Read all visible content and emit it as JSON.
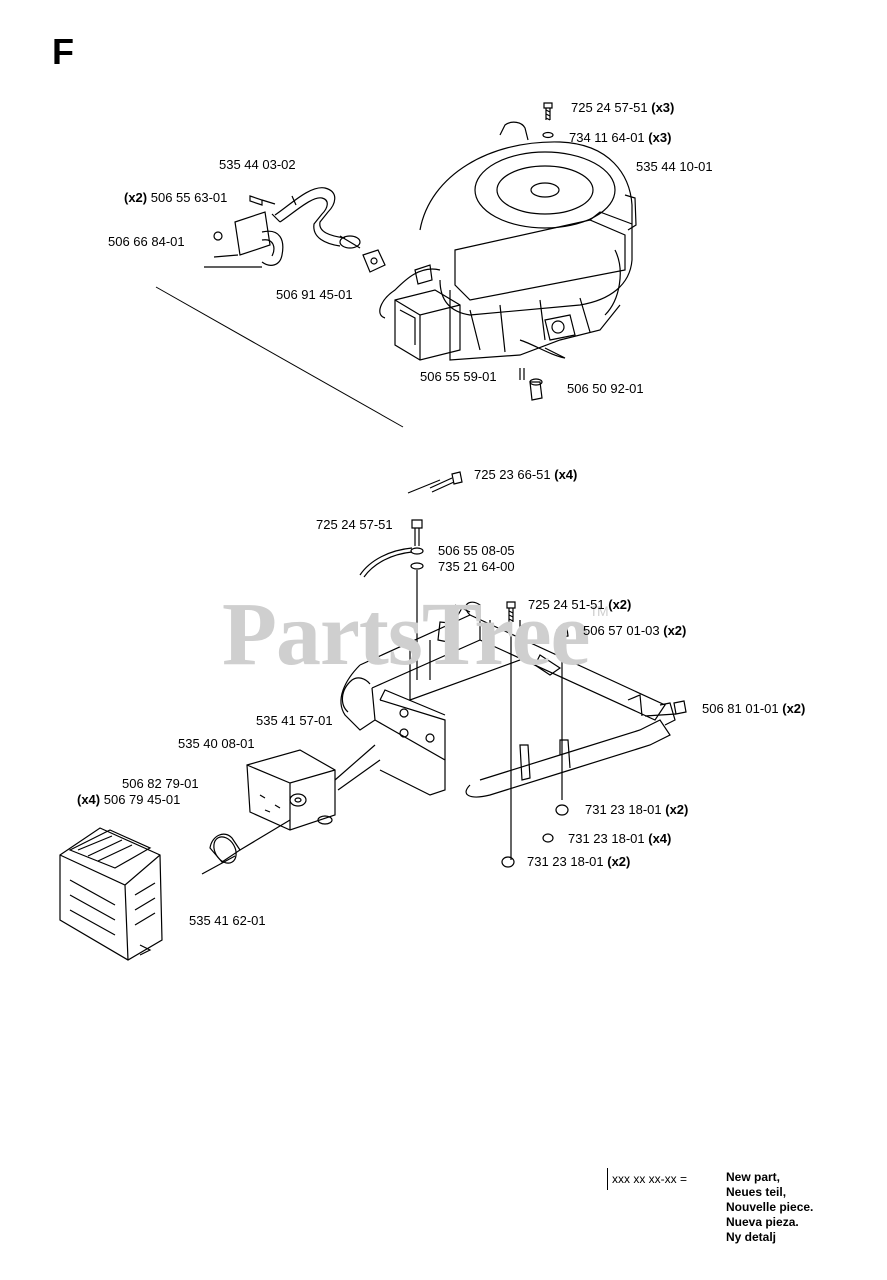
{
  "section": "F",
  "watermark": {
    "text": "PartsTree",
    "tm": "TM"
  },
  "labels": [
    {
      "id": "725-24-57-51-x3",
      "code": "725 24 57-51",
      "qty": "(x3)",
      "qty_pos": "after"
    },
    {
      "id": "734-11-64-01",
      "code": "734 11 64-01",
      "qty": "(x3)",
      "qty_pos": "after"
    },
    {
      "id": "535-44-10-01",
      "code": "535 44 10-01",
      "qty": "",
      "qty_pos": "after"
    },
    {
      "id": "535-44-03-02",
      "code": "535 44 03-02",
      "qty": "",
      "qty_pos": "after"
    },
    {
      "id": "506-55-63-01",
      "code": "506 55 63-01",
      "qty": "(x2)",
      "qty_pos": "before"
    },
    {
      "id": "506-66-84-01",
      "code": "506 66 84-01",
      "qty": "",
      "qty_pos": "after"
    },
    {
      "id": "506-91-45-01",
      "code": "506 91 45-01",
      "qty": "",
      "qty_pos": "after"
    },
    {
      "id": "506-55-59-01",
      "code": "506 55 59-01",
      "qty": "",
      "qty_pos": "after"
    },
    {
      "id": "506-50-92-01",
      "code": "506 50 92-01",
      "qty": "",
      "qty_pos": "after"
    },
    {
      "id": "725-23-66-51",
      "code": "725 23 66-51",
      "qty": "(x4)",
      "qty_pos": "after"
    },
    {
      "id": "725-24-57-51",
      "code": "725 24 57-51",
      "qty": "",
      "qty_pos": "after"
    },
    {
      "id": "506-55-08-05",
      "code": "506 55 08-05",
      "qty": "",
      "qty_pos": "after"
    },
    {
      "id": "735-21-64-00",
      "code": "735 21 64-00",
      "qty": "",
      "qty_pos": "after"
    },
    {
      "id": "725-24-51-51",
      "code": "725 24 51-51",
      "qty": "(x2)",
      "qty_pos": "after"
    },
    {
      "id": "506-57-01-03",
      "code": "506 57 01-03",
      "qty": "(x2)",
      "qty_pos": "after"
    },
    {
      "id": "506-81-01-01",
      "code": "506 81 01-01",
      "qty": "(x2)",
      "qty_pos": "after"
    },
    {
      "id": "535-41-57-01",
      "code": "535 41 57-01",
      "qty": "",
      "qty_pos": "after"
    },
    {
      "id": "535-40-08-01",
      "code": "535 40 08-01",
      "qty": "",
      "qty_pos": "after"
    },
    {
      "id": "506-82-79-01",
      "code": "506 82 79-01",
      "qty": "",
      "qty_pos": "after"
    },
    {
      "id": "506-79-45-01",
      "code": "506 79 45-01",
      "qty": "(x4)",
      "qty_pos": "before"
    },
    {
      "id": "731-23-18-01-a",
      "code": "731 23 18-01",
      "qty": "(x2)",
      "qty_pos": "after"
    },
    {
      "id": "731-23-18-01-b",
      "code": "731 23 18-01",
      "qty": "(x4)",
      "qty_pos": "after"
    },
    {
      "id": "731-23-18-01-c",
      "code": "731 23 18-01",
      "qty": "(x2)",
      "qty_pos": "after"
    },
    {
      "id": "535-41-62-01",
      "code": "535 41 62-01",
      "qty": "",
      "qty_pos": "after"
    }
  ],
  "legend": {
    "code": "xxx xx xx-xx  =",
    "terms": [
      "New part,",
      "Neues teil,",
      "Nouvelle piece.",
      "Nueva pieza.",
      "Ny detalj"
    ]
  },
  "colors": {
    "line": "#000000",
    "watermark": "#cfcfcf"
  }
}
